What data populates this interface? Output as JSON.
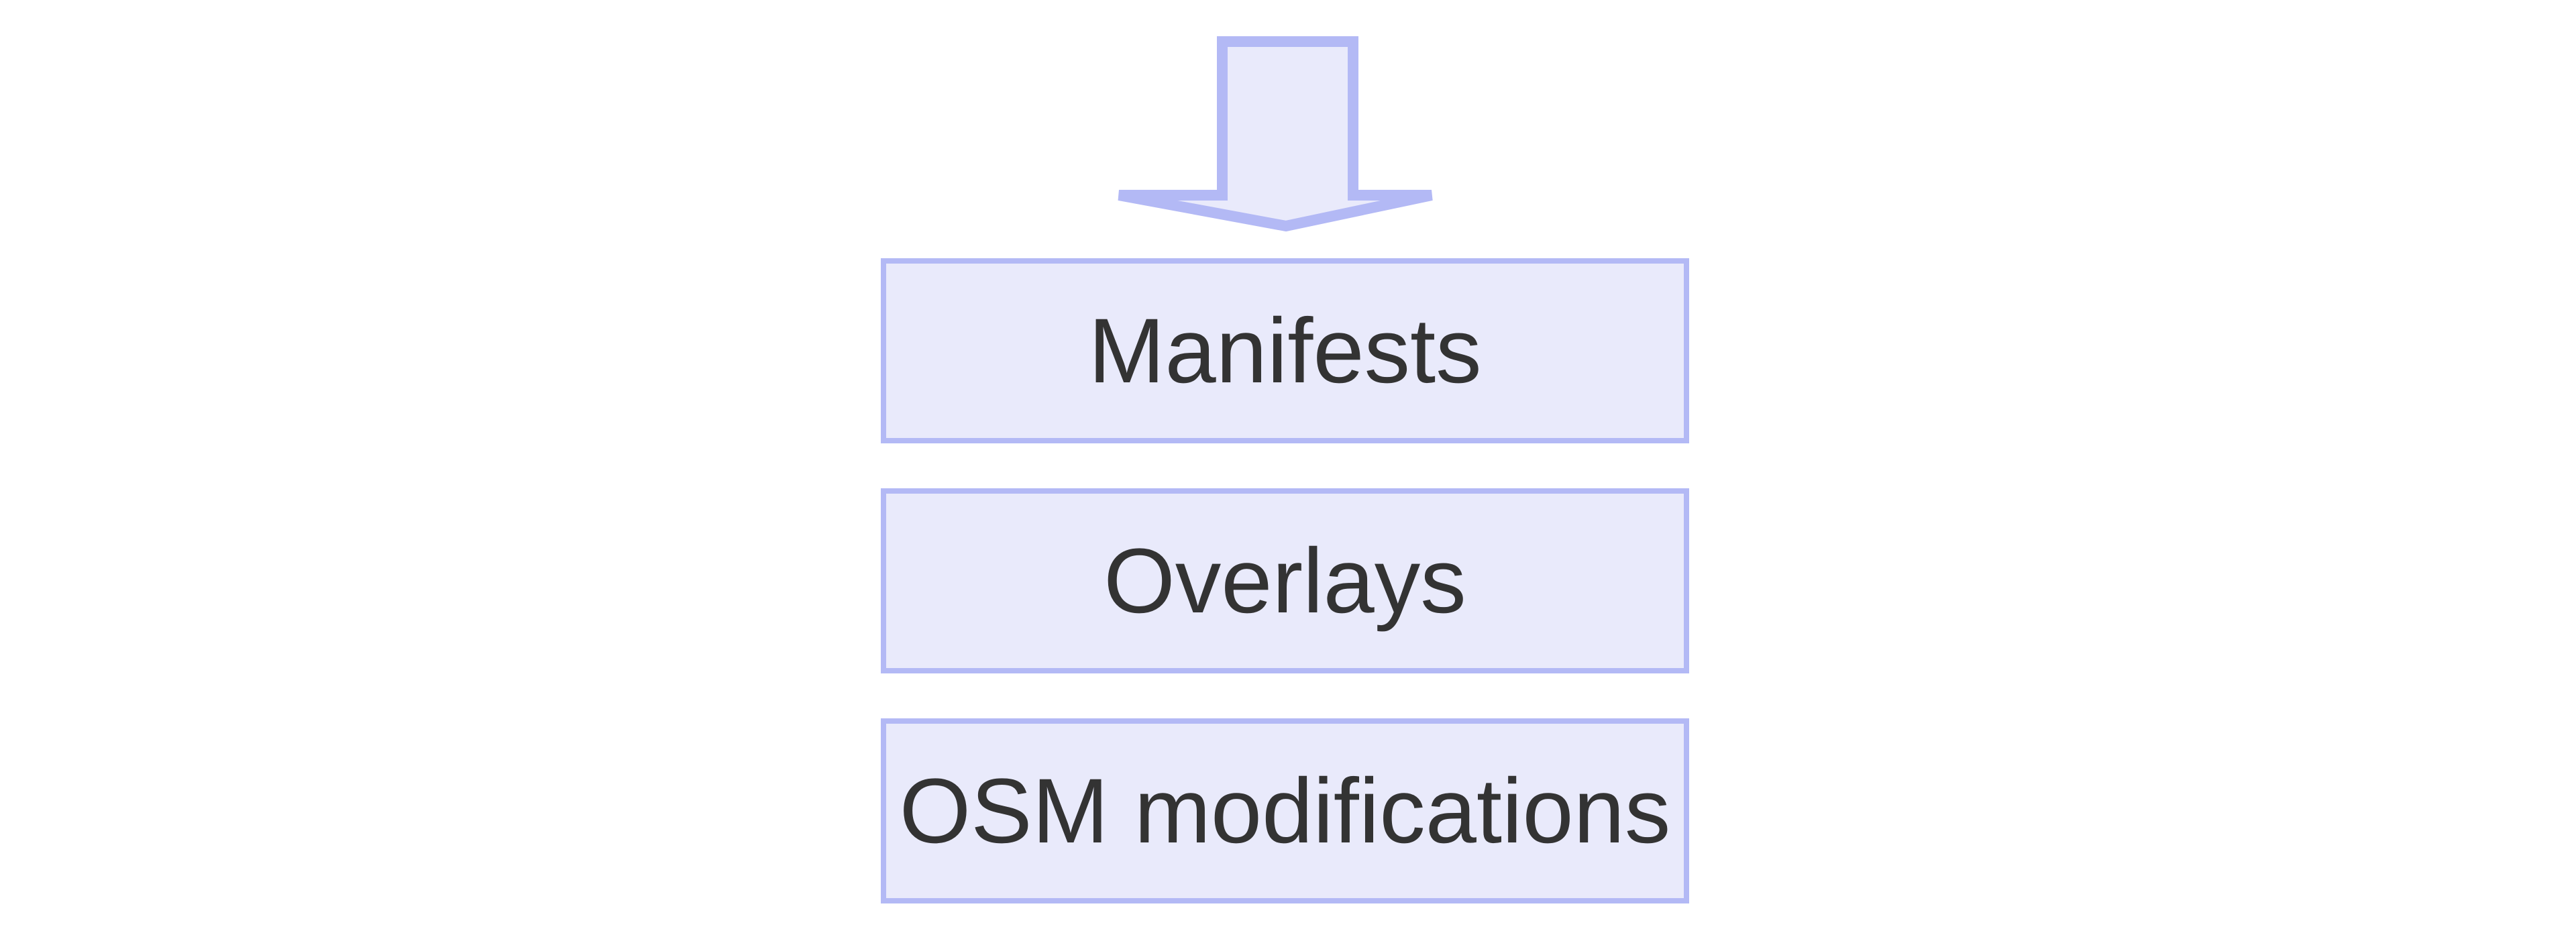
{
  "diagram": {
    "background_color": "#ffffff",
    "node_fill_color": "#e9eafb",
    "node_border_color": "#b3b9f5",
    "node_text_color": "#333333",
    "arrow": {
      "name": "down-arrow",
      "direction": "down",
      "fill_color": "#e9eafb",
      "stroke_color": "#b3b9f5"
    },
    "nodes": [
      {
        "id": "manifests",
        "label": "Manifests"
      },
      {
        "id": "overlays",
        "label": "Overlays"
      },
      {
        "id": "osm-modifications",
        "label": "OSM modifications"
      }
    ]
  }
}
